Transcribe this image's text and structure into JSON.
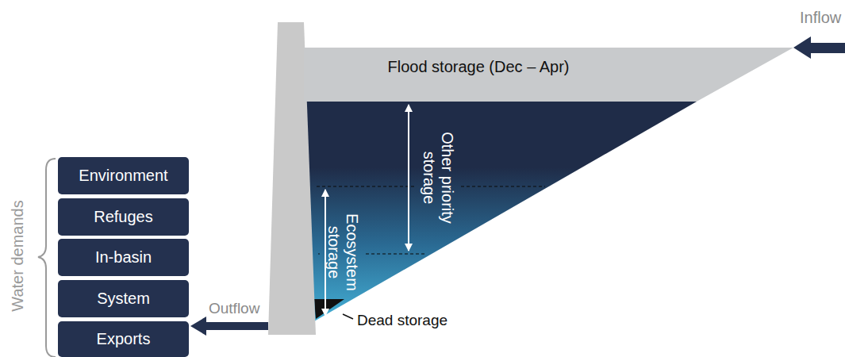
{
  "diagram": {
    "nodes": [
      {
        "text": [
          "Flood storage (Dec – Apr)"
        ]
      },
      {
        "text": [
          "Environment"
        ]
      },
      {
        "text": [
          "Refuges"
        ]
      },
      {
        "text": [
          "In-basin"
        ]
      },
      {
        "text": [
          "System"
        ]
      },
      {
        "text": [
          "Exports"
        ]
      }
    ],
    "labels": [
      "Inflow",
      "Other priority storage",
      "Ecosystem storage",
      "Dead storage",
      "Outflow",
      "Water demands"
    ]
  }
}
